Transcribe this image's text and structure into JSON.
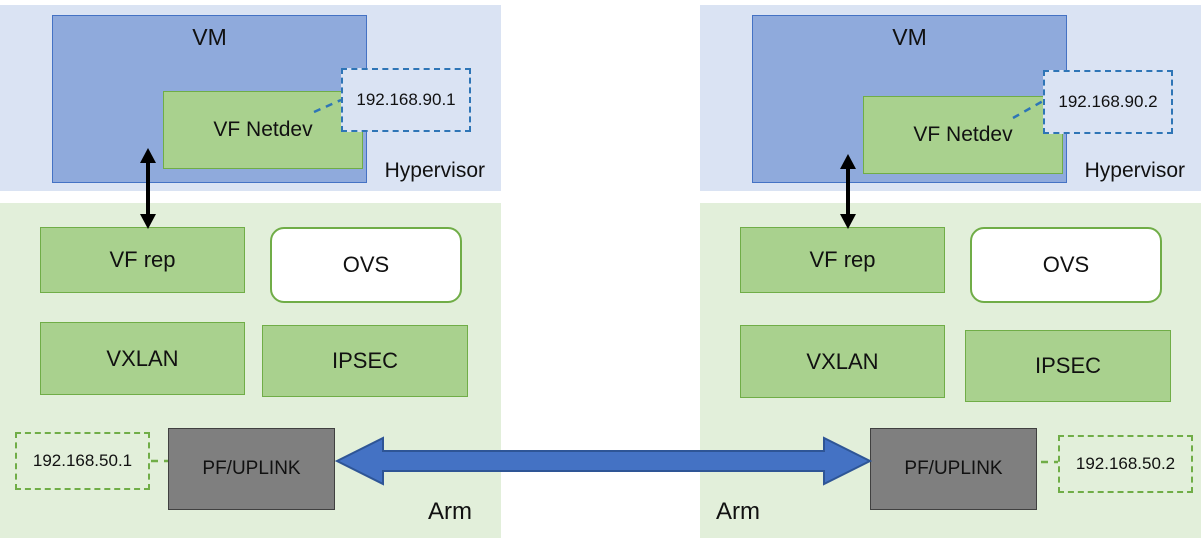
{
  "hosts": [
    {
      "vm_label": "VM",
      "vf_netdev_label": "VF Netdev",
      "vm_ip": "192.168.90.1",
      "hypervisor_label": "Hypervisor",
      "vf_rep_label": "VF rep",
      "ovs_label": "OVS",
      "vxlan_label": "VXLAN",
      "ipsec_label": "IPSEC",
      "pf_uplink_label": "PF/UPLINK",
      "uplink_ip": "192.168.50.1",
      "arm_label": "Arm"
    },
    {
      "vm_label": "VM",
      "vf_netdev_label": "VF Netdev",
      "vm_ip": "192.168.90.2",
      "hypervisor_label": "Hypervisor",
      "vf_rep_label": "VF rep",
      "ovs_label": "OVS",
      "vxlan_label": "VXLAN",
      "ipsec_label": "IPSEC",
      "pf_uplink_label": "PF/UPLINK",
      "uplink_ip": "192.168.50.2",
      "arm_label": "Arm"
    }
  ],
  "colors": {
    "hypervisor_bg": "#dae3f3",
    "vm_fill": "#8faadc",
    "vm_border": "#4472c4",
    "green_fill": "#a9d18e",
    "green_border": "#70ad47",
    "arm_bg": "#e2efda",
    "uplink_fill": "#7f7f7f",
    "link_arrow_fill": "#4472c4",
    "dashed_blue": "#2e75b6",
    "black_arrow": "#000000"
  }
}
